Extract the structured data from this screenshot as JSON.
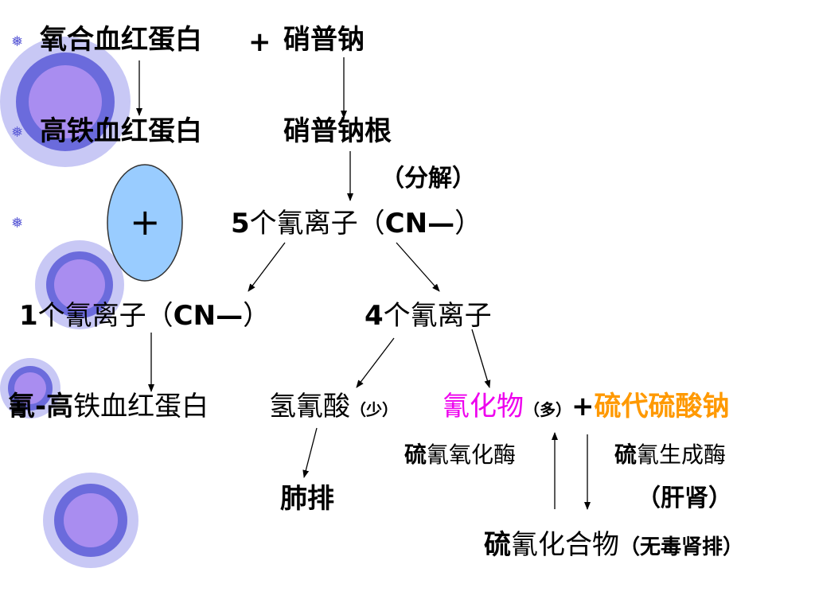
{
  "bullets": [
    "❅",
    "❅",
    "❅"
  ],
  "plus_sign": "+",
  "row1": {
    "left": "氧合血红蛋白",
    "op": "+",
    "right": "硝普钠"
  },
  "row2": {
    "left": "高铁血红蛋白",
    "right": "硝普钠根"
  },
  "decompose": "（分解）",
  "row3": {
    "num": "5",
    "text": "个氰离子（",
    "cn": "CN—",
    "close": "）"
  },
  "row4": {
    "left_num": "1",
    "left_text": "个氰离子（",
    "left_cn": "CN—",
    "left_close": "）",
    "right_num": "4",
    "right_text": "个氰离子"
  },
  "row5": {
    "a_prefix": "氰-高",
    "a_rest": "铁血红蛋白",
    "b": "氢氰酸",
    "b_note": "（少）",
    "c": "氰化物",
    "c_note": "（多）",
    "plus": "+",
    "d": "硫代硫酸钠"
  },
  "row6": {
    "enzyme1_bold": "硫",
    "enzyme1_rest": "氰氧化酶",
    "enzyme2_bold": "硫",
    "enzyme2_rest": "氰生成酶"
  },
  "row7": {
    "lung": "肺排",
    "organ": "（肝肾）"
  },
  "row8": {
    "bold": "硫",
    "rest": "氰化合物",
    "note": "（无毒肾排）"
  },
  "colors": {
    "circle_outer": "#c8c8f5",
    "circle_mid": "#6b6bdc",
    "circle_inner": "#a98df0",
    "oval_fill": "#99ccff",
    "magenta": "#ee00ee",
    "orange": "#ff9900"
  }
}
